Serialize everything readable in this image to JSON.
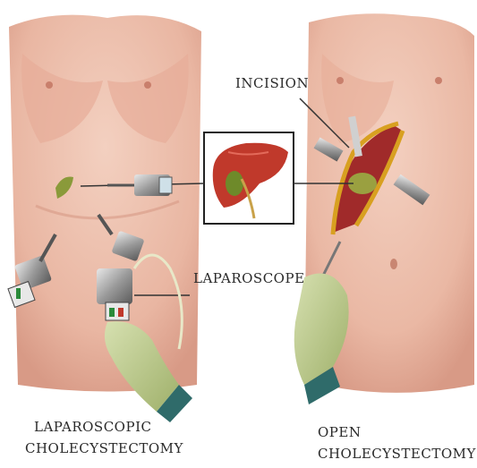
{
  "labels": {
    "incision": "INCISION",
    "laparoscope": "LAPAROSCOPE",
    "left_caption_line1": "LAPAROSCOPIC",
    "left_caption_line2": "CHOLECYSTECTOMY",
    "right_caption_line1": "OPEN",
    "right_caption_line2": "CHOLECYSTECTOMY"
  },
  "colors": {
    "skin": "#efc3b1",
    "skin_shadow": "#d9937f",
    "liver": "#c0392b",
    "gallbladder": "#7a8a2a",
    "glove": "#b9c98a",
    "instrument": "#8c8c8c"
  }
}
